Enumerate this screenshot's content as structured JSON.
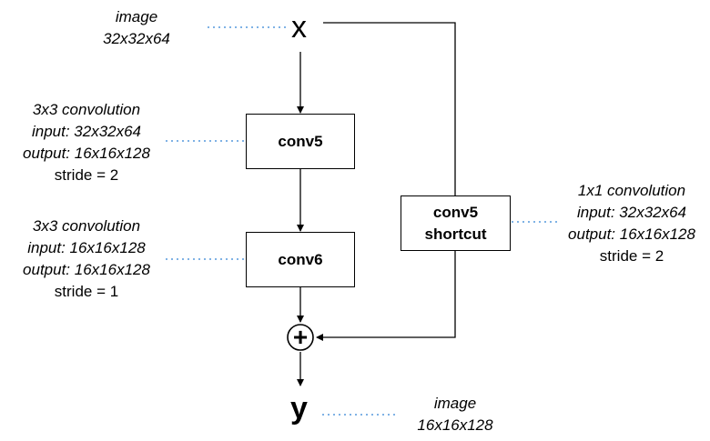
{
  "input_node": {
    "symbol": "x",
    "note_line1": "image",
    "note_line2": "32x32x64"
  },
  "conv5": {
    "label": "conv5",
    "note": {
      "line1": "3x3 convolution",
      "line2": "input: 32x32x64",
      "line3": "output: 16x16x128",
      "line4": "stride = 2"
    }
  },
  "conv6": {
    "label": "conv6",
    "note": {
      "line1": "3x3 convolution",
      "line2": "input: 16x16x128",
      "line3": "output: 16x16x128",
      "line4": "stride = 1"
    }
  },
  "shortcut": {
    "label_line1": "conv5",
    "label_line2": "shortcut",
    "note": {
      "line1": "1x1 convolution",
      "line2": "input: 32x32x64",
      "line3": "output: 16x16x128",
      "line4": "stride = 2"
    }
  },
  "sum_node": {
    "symbol": "+"
  },
  "output_node": {
    "symbol": "y",
    "note_line1": "image",
    "note_line2": "16x16x128"
  },
  "colors": {
    "line": "#000000",
    "dotted_connector": "#7fb2e5"
  }
}
